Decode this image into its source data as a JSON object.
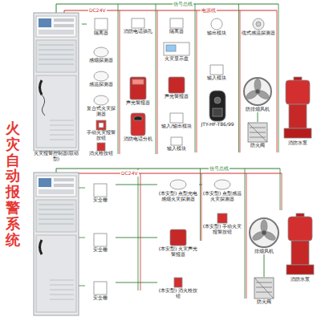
{
  "diagram": {
    "title": "火灾自动报警系统",
    "nodes": [
      {
        "text": [
          "火灾报警控制器(联动型)"
        ]
      },
      {
        "text": [
          "隔离器"
        ]
      },
      {
        "text": [
          "感烟探测器"
        ]
      },
      {
        "text": [
          "感温探测器"
        ]
      },
      {
        "text": [
          "复合式火灾探测器"
        ]
      },
      {
        "text": [
          "手动火灾报警按钮"
        ]
      },
      {
        "text": [
          "消火栓按钮"
        ]
      },
      {
        "text": [
          "消防电话插孔"
        ]
      },
      {
        "text": [
          "声光警报器"
        ]
      },
      {
        "text": [
          "消防电话分机"
        ]
      },
      {
        "text": [
          "隔离器"
        ]
      },
      {
        "text": [
          "火灾显示盘"
        ]
      },
      {
        "text": [
          "声光警报器"
        ]
      },
      {
        "text": [
          "输入/输出模块"
        ]
      },
      {
        "text": [
          "输入模块"
        ]
      },
      {
        "text": [
          "输出模块"
        ]
      },
      {
        "text": [
          "输入模块"
        ]
      },
      {
        "text": [
          "JTY-HF-T86/99"
        ]
      },
      {
        "text": [
          "缆式感温探测器"
        ]
      },
      {
        "text": [
          "防排烟风机"
        ]
      },
      {
        "text": [
          "防火阀"
        ]
      },
      {
        "text": [
          "消防水泵"
        ]
      },
      {
        "text": [
          "安全栅"
        ]
      },
      {
        "text": [
          "(本安型) 点型光电感烟火灾探测器"
        ]
      },
      {
        "text": [
          "(本安型) 点型感温火灾探测器"
        ]
      },
      {
        "text": [
          "安全栅"
        ]
      },
      {
        "text": [
          "(本安型) 火灾声光警报器"
        ]
      },
      {
        "text": [
          "(本安型) 手动火灾报警按钮"
        ]
      },
      {
        "text": [
          "安全栅"
        ]
      },
      {
        "text": [
          "(本安型) 消火栓按钮"
        ]
      },
      {
        "text": [
          "排烟风机"
        ]
      },
      {
        "text": [
          "防火阀"
        ]
      },
      {
        "text": [
          "消防水泵"
        ]
      }
    ],
    "edges": [
      {
        "from": 0,
        "to": 1,
        "arrow": "none"
      },
      {
        "from": 19,
        "to": 20,
        "arrow": "none"
      },
      {
        "from": 22,
        "to": 23,
        "arrow": "none"
      },
      {
        "from": 23,
        "to": 24,
        "arrow": "none"
      },
      {
        "from": 25,
        "to": 26,
        "arrow": "none"
      },
      {
        "from": 28,
        "to": 29,
        "arrow": "none"
      },
      {
        "from": 30,
        "to": 31,
        "arrow": "none"
      }
    ],
    "labels": [
      "信号总线",
      "电源线",
      "DC24V",
      "信号总线",
      "DC24V"
    ]
  }
}
